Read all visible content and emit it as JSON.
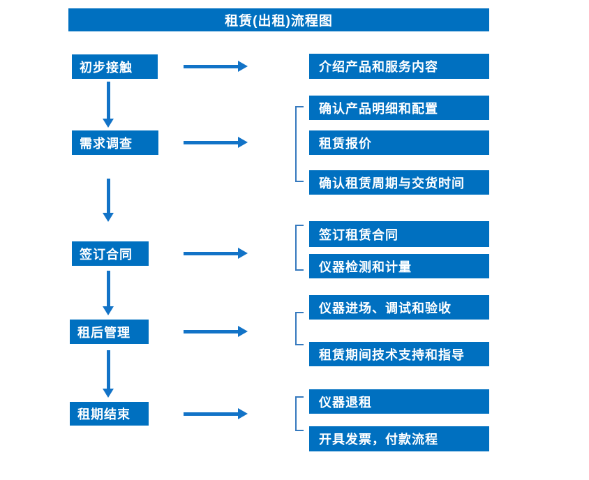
{
  "title": "租赁(出租)流程图",
  "colors": {
    "box_fill": "#0070C0",
    "arrow": "#1273C7",
    "bracket": "#3579BE",
    "text": "#FFFFFF",
    "background": "#FFFFFF"
  },
  "stages": [
    {
      "label": "初步接触",
      "outputs": [
        "介绍产品和服务内容"
      ]
    },
    {
      "label": "需求调查",
      "outputs": [
        "确认产品明细和配置",
        "租赁报价",
        "确认租赁周期与交货时间"
      ]
    },
    {
      "label": "签订合同",
      "outputs": [
        "签订租赁合同",
        "仪器检测和计量"
      ]
    },
    {
      "label": "租后管理",
      "outputs": [
        "仪器进场、调试和验收",
        "租赁期间技术支持和指导"
      ]
    },
    {
      "label": "租期结束",
      "outputs": [
        "仪器退租",
        "开具发票，付款流程"
      ]
    }
  ]
}
